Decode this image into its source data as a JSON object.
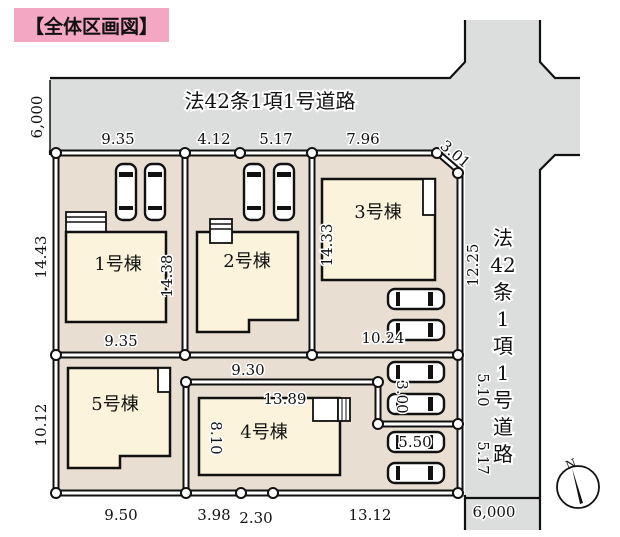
{
  "title": "【全体区画図】",
  "colors": {
    "title_bg": "#f4a7c3",
    "road": "#dcdddd",
    "lot": "#e8dfd2",
    "building": "#fbf3dc"
  },
  "roads": {
    "north": {
      "label": "法42条1項1号道路",
      "width": "6,000"
    },
    "east": {
      "label_chars": [
        "法",
        "42",
        "条",
        "1",
        "項",
        "1",
        "号",
        "道",
        "路"
      ],
      "width": "6,000"
    }
  },
  "buildings": [
    {
      "id": 1,
      "label": "1号棟"
    },
    {
      "id": 2,
      "label": "2号棟"
    },
    {
      "id": 3,
      "label": "3号棟"
    },
    {
      "id": 4,
      "label": "4号棟"
    },
    {
      "id": 5,
      "label": "5号棟"
    }
  ],
  "dimensions": {
    "top_lot1": "9.35",
    "top_lot2a": "4.12",
    "top_lot2b": "5.17",
    "top_lot3": "7.96",
    "corner_cut": "3.01",
    "left_lot1": "14.43",
    "lot1_inner_right": "14.38",
    "lot1_bottom": "9.35",
    "lot3_inner_left": "14.33",
    "lot3_right": "12.25",
    "lot3_bottom": "10.24",
    "lot4_top": "9.30",
    "lot4_inner_top": "13.89",
    "lot4_inner_left": "8.10",
    "lot4_driveway_width": "3.00",
    "lot4_right_a": "5.10",
    "lot4_parking": "5.50",
    "lot4_right_b": "5.17",
    "left_lot5": "10.12",
    "bottom_lot5": "9.50",
    "bottom_lot4a": "3.98",
    "bottom_lot4b": "2.30",
    "bottom_lot4c": "13.12"
  },
  "compass": {
    "label": "N"
  }
}
